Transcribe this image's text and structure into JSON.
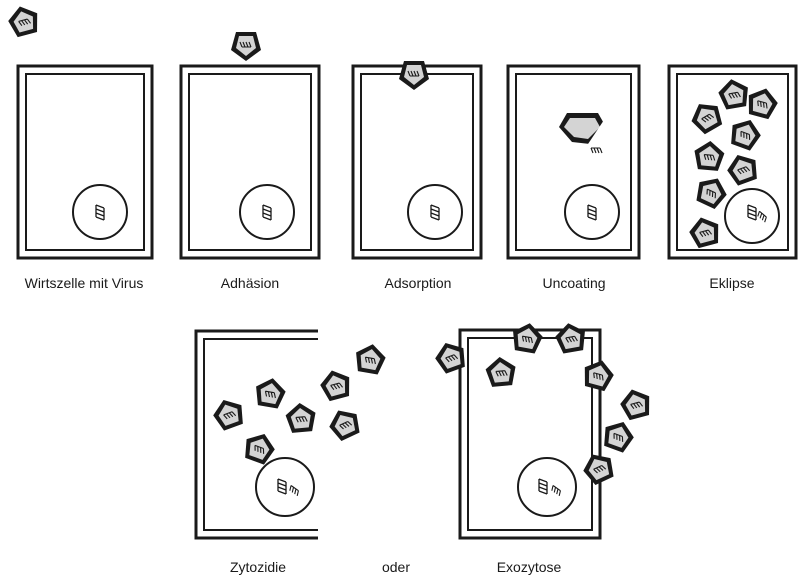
{
  "labels": {
    "host_cell": "Wirtszelle mit Virus",
    "adhesion": "Adhäsion",
    "adsorption": "Adsorption",
    "uncoating": "Uncoating",
    "eclipse": "Eklipse",
    "cytocidy": "Zytozidie",
    "or": "oder",
    "exocytosis": "Exozytose"
  },
  "colors": {
    "stroke": "#1a1a1a",
    "virus_fill": "#d4d4d4",
    "background": "#ffffff"
  }
}
